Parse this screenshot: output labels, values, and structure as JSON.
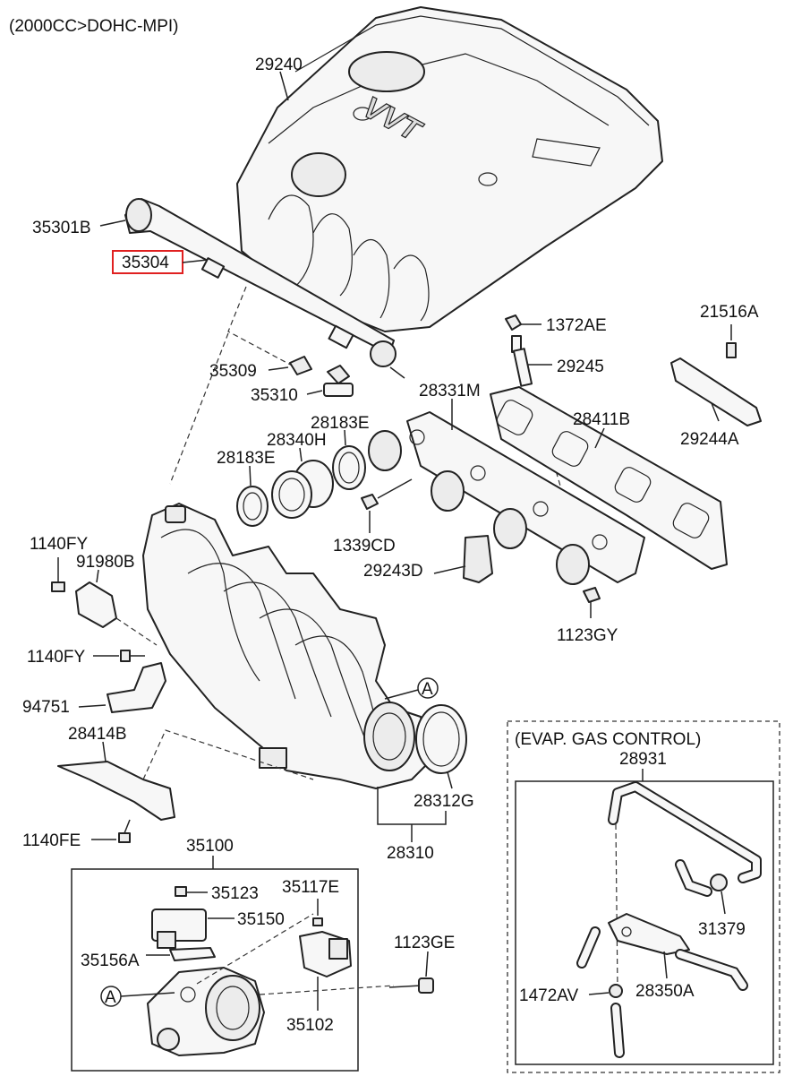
{
  "header": "(2000CC>DOHC-MPI)",
  "cover_text": "VVT",
  "labels": {
    "p29240": "29240",
    "p35301B": "35301B",
    "p35304": "35304",
    "p1372AE": "1372AE",
    "p21516A": "21516A",
    "p35309": "35309",
    "p29245": "29245",
    "p35310": "35310",
    "p28331M": "28331M",
    "p28183E_a": "28183E",
    "p28411B": "28411B",
    "p28340H": "28340H",
    "p29244A": "29244A",
    "p28183E_b": "28183E",
    "p1140FY_a": "1140FY",
    "p91980B": "91980B",
    "p1339CD": "1339CD",
    "p29243D": "29243D",
    "p1123GY": "1123GY",
    "p1140FY_b": "1140FY",
    "p94751": "94751",
    "pA_top": "A",
    "p28414B": "28414B",
    "p28312G": "28312G",
    "p1140FE": "1140FE",
    "p28310": "28310",
    "p35100": "35100",
    "p35123": "35123",
    "p35117E": "35117E",
    "p35150": "35150",
    "p1123GE": "1123GE",
    "p35156A": "35156A",
    "pA_bottom": "A",
    "p35102": "35102",
    "evap_title": "(EVAP. GAS CONTROL)",
    "p28931": "28931",
    "p31379": "31379",
    "p1472AV": "1472AV",
    "p28350A": "28350A"
  },
  "highlighted_part": "35304",
  "colors": {
    "highlight": "#e02020",
    "line": "#222222"
  }
}
